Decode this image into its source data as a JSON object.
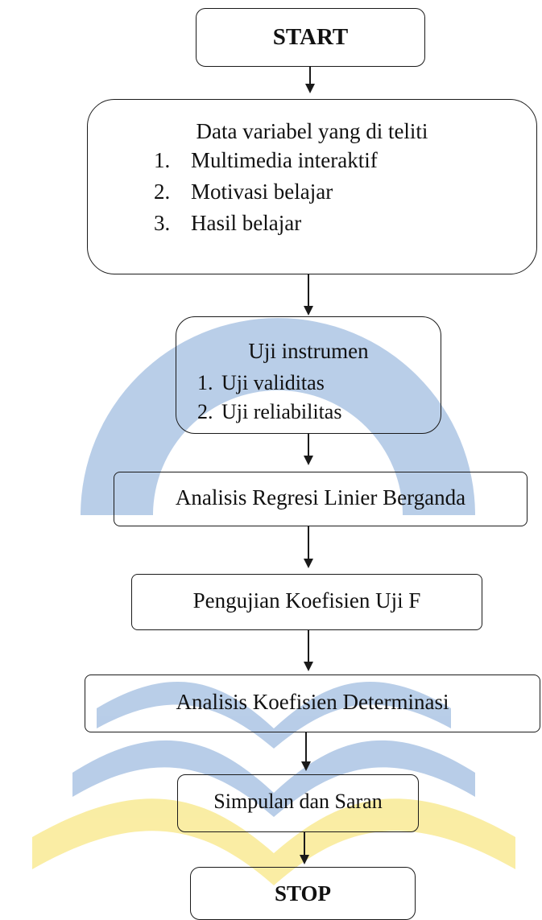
{
  "watermark": {
    "blue": "#7fa6d6",
    "yellow": "#f5df5a"
  },
  "flowchart": {
    "start": {
      "label": "START"
    },
    "data": {
      "title": "Data variabel yang di teliti",
      "items": [
        {
          "num": "1.",
          "text": "Multimedia interaktif"
        },
        {
          "num": "2.",
          "text": "Motivasi belajar"
        },
        {
          "num": "3.",
          "text": "Hasil belajar"
        }
      ]
    },
    "instrument": {
      "title": "Uji instrumen",
      "items": [
        {
          "num": "1.",
          "text": "Uji validitas"
        },
        {
          "num": "2.",
          "text": "Uji reliabilitas"
        }
      ]
    },
    "regression": {
      "label": "Analisis Regresi Linier Berganda"
    },
    "ftest": {
      "label": "Pengujian Koefisien Uji F"
    },
    "determination": {
      "label": "Analisis Koefisien Determinasi"
    },
    "conclusion": {
      "label": "Simpulan dan Saran"
    },
    "stop": {
      "label": "STOP"
    }
  }
}
